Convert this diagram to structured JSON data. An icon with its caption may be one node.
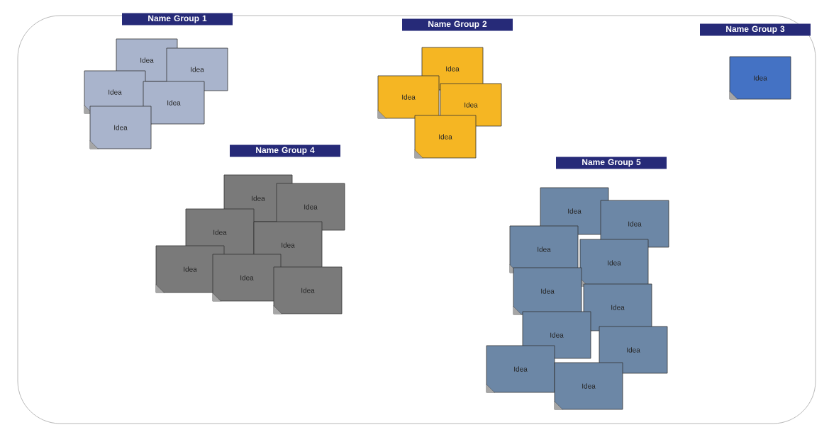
{
  "diagram": {
    "nodes": [
      {
        "text": [
          "Name Group 1"
        ]
      },
      {
        "text": [
          "Idea"
        ]
      },
      {
        "text": [
          "Idea"
        ]
      },
      {
        "text": [
          "Idea"
        ]
      },
      {
        "text": [
          "Idea"
        ]
      },
      {
        "text": [
          "Idea"
        ]
      },
      {
        "text": [
          "Name Group 2"
        ]
      },
      {
        "text": [
          "Idea"
        ]
      },
      {
        "text": [
          "Idea"
        ]
      },
      {
        "text": [
          "Idea"
        ]
      },
      {
        "text": [
          "Idea"
        ]
      },
      {
        "text": [
          "Name Group 3"
        ]
      },
      {
        "text": [
          "Idea"
        ]
      },
      {
        "text": [
          "Name Group 4"
        ]
      },
      {
        "text": [
          "Idea"
        ]
      },
      {
        "text": [
          "Idea"
        ]
      },
      {
        "text": [
          "Idea"
        ]
      },
      {
        "text": [
          "Idea"
        ]
      },
      {
        "text": [
          "Idea"
        ]
      },
      {
        "text": [
          "Idea"
        ]
      },
      {
        "text": [
          "Idea"
        ]
      },
      {
        "text": [
          "Name Group 5"
        ]
      },
      {
        "text": [
          "Idea"
        ]
      },
      {
        "text": [
          "Idea"
        ]
      },
      {
        "text": [
          "Idea"
        ]
      },
      {
        "text": [
          "Idea"
        ]
      },
      {
        "text": [
          "Idea"
        ]
      },
      {
        "text": [
          "Idea"
        ]
      },
      {
        "text": [
          "Idea"
        ]
      },
      {
        "text": [
          "Idea"
        ]
      },
      {
        "text": [
          "Idea"
        ]
      },
      {
        "text": [
          "Idea"
        ]
      }
    ]
  }
}
